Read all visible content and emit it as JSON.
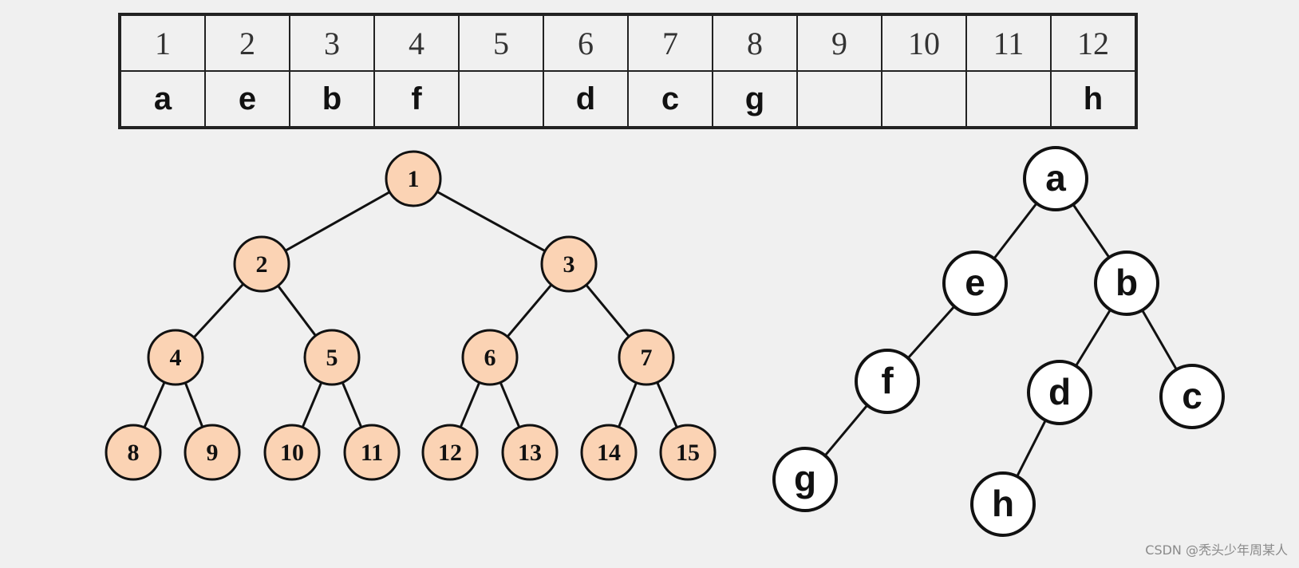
{
  "array": {
    "indices": [
      "1",
      "2",
      "3",
      "4",
      "5",
      "6",
      "7",
      "8",
      "9",
      "10",
      "11",
      "12"
    ],
    "values": [
      "a",
      "e",
      "b",
      "f",
      "",
      "d",
      "c",
      "g",
      "",
      "",
      "",
      "h"
    ]
  },
  "index_tree": {
    "fill": "#fbd3b4",
    "nodes": [
      "1",
      "2",
      "3",
      "4",
      "5",
      "6",
      "7",
      "8",
      "9",
      "10",
      "11",
      "12",
      "13",
      "14",
      "15"
    ],
    "edges": [
      [
        "1",
        "2"
      ],
      [
        "1",
        "3"
      ],
      [
        "2",
        "4"
      ],
      [
        "2",
        "5"
      ],
      [
        "3",
        "6"
      ],
      [
        "3",
        "7"
      ],
      [
        "4",
        "8"
      ],
      [
        "4",
        "9"
      ],
      [
        "5",
        "10"
      ],
      [
        "5",
        "11"
      ],
      [
        "6",
        "12"
      ],
      [
        "6",
        "13"
      ],
      [
        "7",
        "14"
      ],
      [
        "7",
        "15"
      ]
    ]
  },
  "letter_tree": {
    "fill": "#ffffff",
    "nodes": [
      "a",
      "e",
      "b",
      "f",
      "d",
      "c",
      "g",
      "h"
    ],
    "edges": [
      [
        "a",
        "e"
      ],
      [
        "a",
        "b"
      ],
      [
        "e",
        "f"
      ],
      [
        "b",
        "d"
      ],
      [
        "b",
        "c"
      ],
      [
        "f",
        "g"
      ],
      [
        "d",
        "h"
      ]
    ]
  },
  "watermark": "CSDN @秃头少年周某人"
}
